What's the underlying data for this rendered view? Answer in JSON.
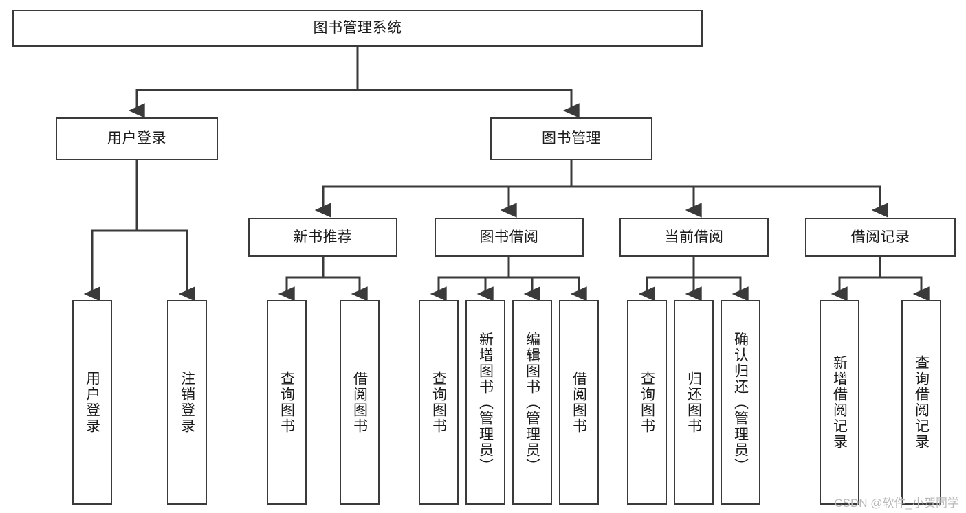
{
  "diagram": {
    "title": "图书管理系统",
    "watermark": "CSDN @软件_小贺同学",
    "accent_border": "#3a3a3a",
    "background": "#ffffff",
    "text_color": "#1b1b1b",
    "root": {
      "label": "图书管理系统"
    },
    "level2": [
      {
        "label": "用户登录"
      },
      {
        "label": "图书管理"
      }
    ],
    "level3": [
      {
        "label": "新书推荐"
      },
      {
        "label": "图书借阅"
      },
      {
        "label": "当前借阅"
      },
      {
        "label": "借阅记录"
      }
    ],
    "leaves": {
      "user_login": [
        {
          "label": "用户登录"
        },
        {
          "label": "注销登录"
        }
      ],
      "new_book_recommend": [
        {
          "label": "查询图书"
        },
        {
          "label": "借阅图书"
        }
      ],
      "book_borrow": [
        {
          "label": "查询图书"
        },
        {
          "label": "新增图书（管理员）"
        },
        {
          "label": "编辑图书（管理员）"
        },
        {
          "label": "借阅图书"
        }
      ],
      "current_borrow": [
        {
          "label": "查询图书"
        },
        {
          "label": "归还图书"
        },
        {
          "label": "确认归还（管理员）"
        }
      ],
      "borrow_record": [
        {
          "label": "新增借阅记录"
        },
        {
          "label": "查询借阅记录"
        }
      ]
    }
  }
}
